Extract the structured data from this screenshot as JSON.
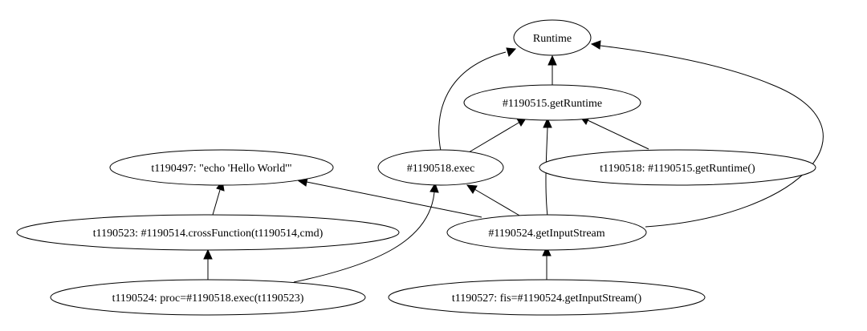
{
  "diagram": {
    "type": "directed-graph",
    "nodes": [
      {
        "id": "runtime",
        "label": "Runtime"
      },
      {
        "id": "getRuntime",
        "label": "#1190515.getRuntime"
      },
      {
        "id": "exec",
        "label": "#1190518.exec"
      },
      {
        "id": "t1190518",
        "label": "t1190518: #1190515.getRuntime()"
      },
      {
        "id": "t1190497",
        "label": "t1190497: \"echo 'Hello World'\""
      },
      {
        "id": "getInputStream",
        "label": "#1190524.getInputStream"
      },
      {
        "id": "t1190523",
        "label": "t1190523: #1190514.crossFunction(t1190514,cmd)"
      },
      {
        "id": "t1190524",
        "label": "t1190524: proc=#1190518.exec(t1190523)"
      },
      {
        "id": "t1190527",
        "label": "t1190527: fis=#1190524.getInputStream()"
      }
    ],
    "edges": [
      {
        "from": "getRuntime",
        "to": "runtime"
      },
      {
        "from": "exec",
        "to": "runtime"
      },
      {
        "from": "getInputStream",
        "to": "runtime"
      },
      {
        "from": "exec",
        "to": "getRuntime"
      },
      {
        "from": "t1190518",
        "to": "getRuntime"
      },
      {
        "from": "getInputStream",
        "to": "getRuntime"
      },
      {
        "from": "getInputStream",
        "to": "exec"
      },
      {
        "from": "getInputStream",
        "to": "t1190497"
      },
      {
        "from": "t1190523",
        "to": "t1190497"
      },
      {
        "from": "t1190524",
        "to": "t1190523"
      },
      {
        "from": "t1190524",
        "to": "exec"
      },
      {
        "from": "t1190527",
        "to": "getInputStream"
      }
    ]
  }
}
